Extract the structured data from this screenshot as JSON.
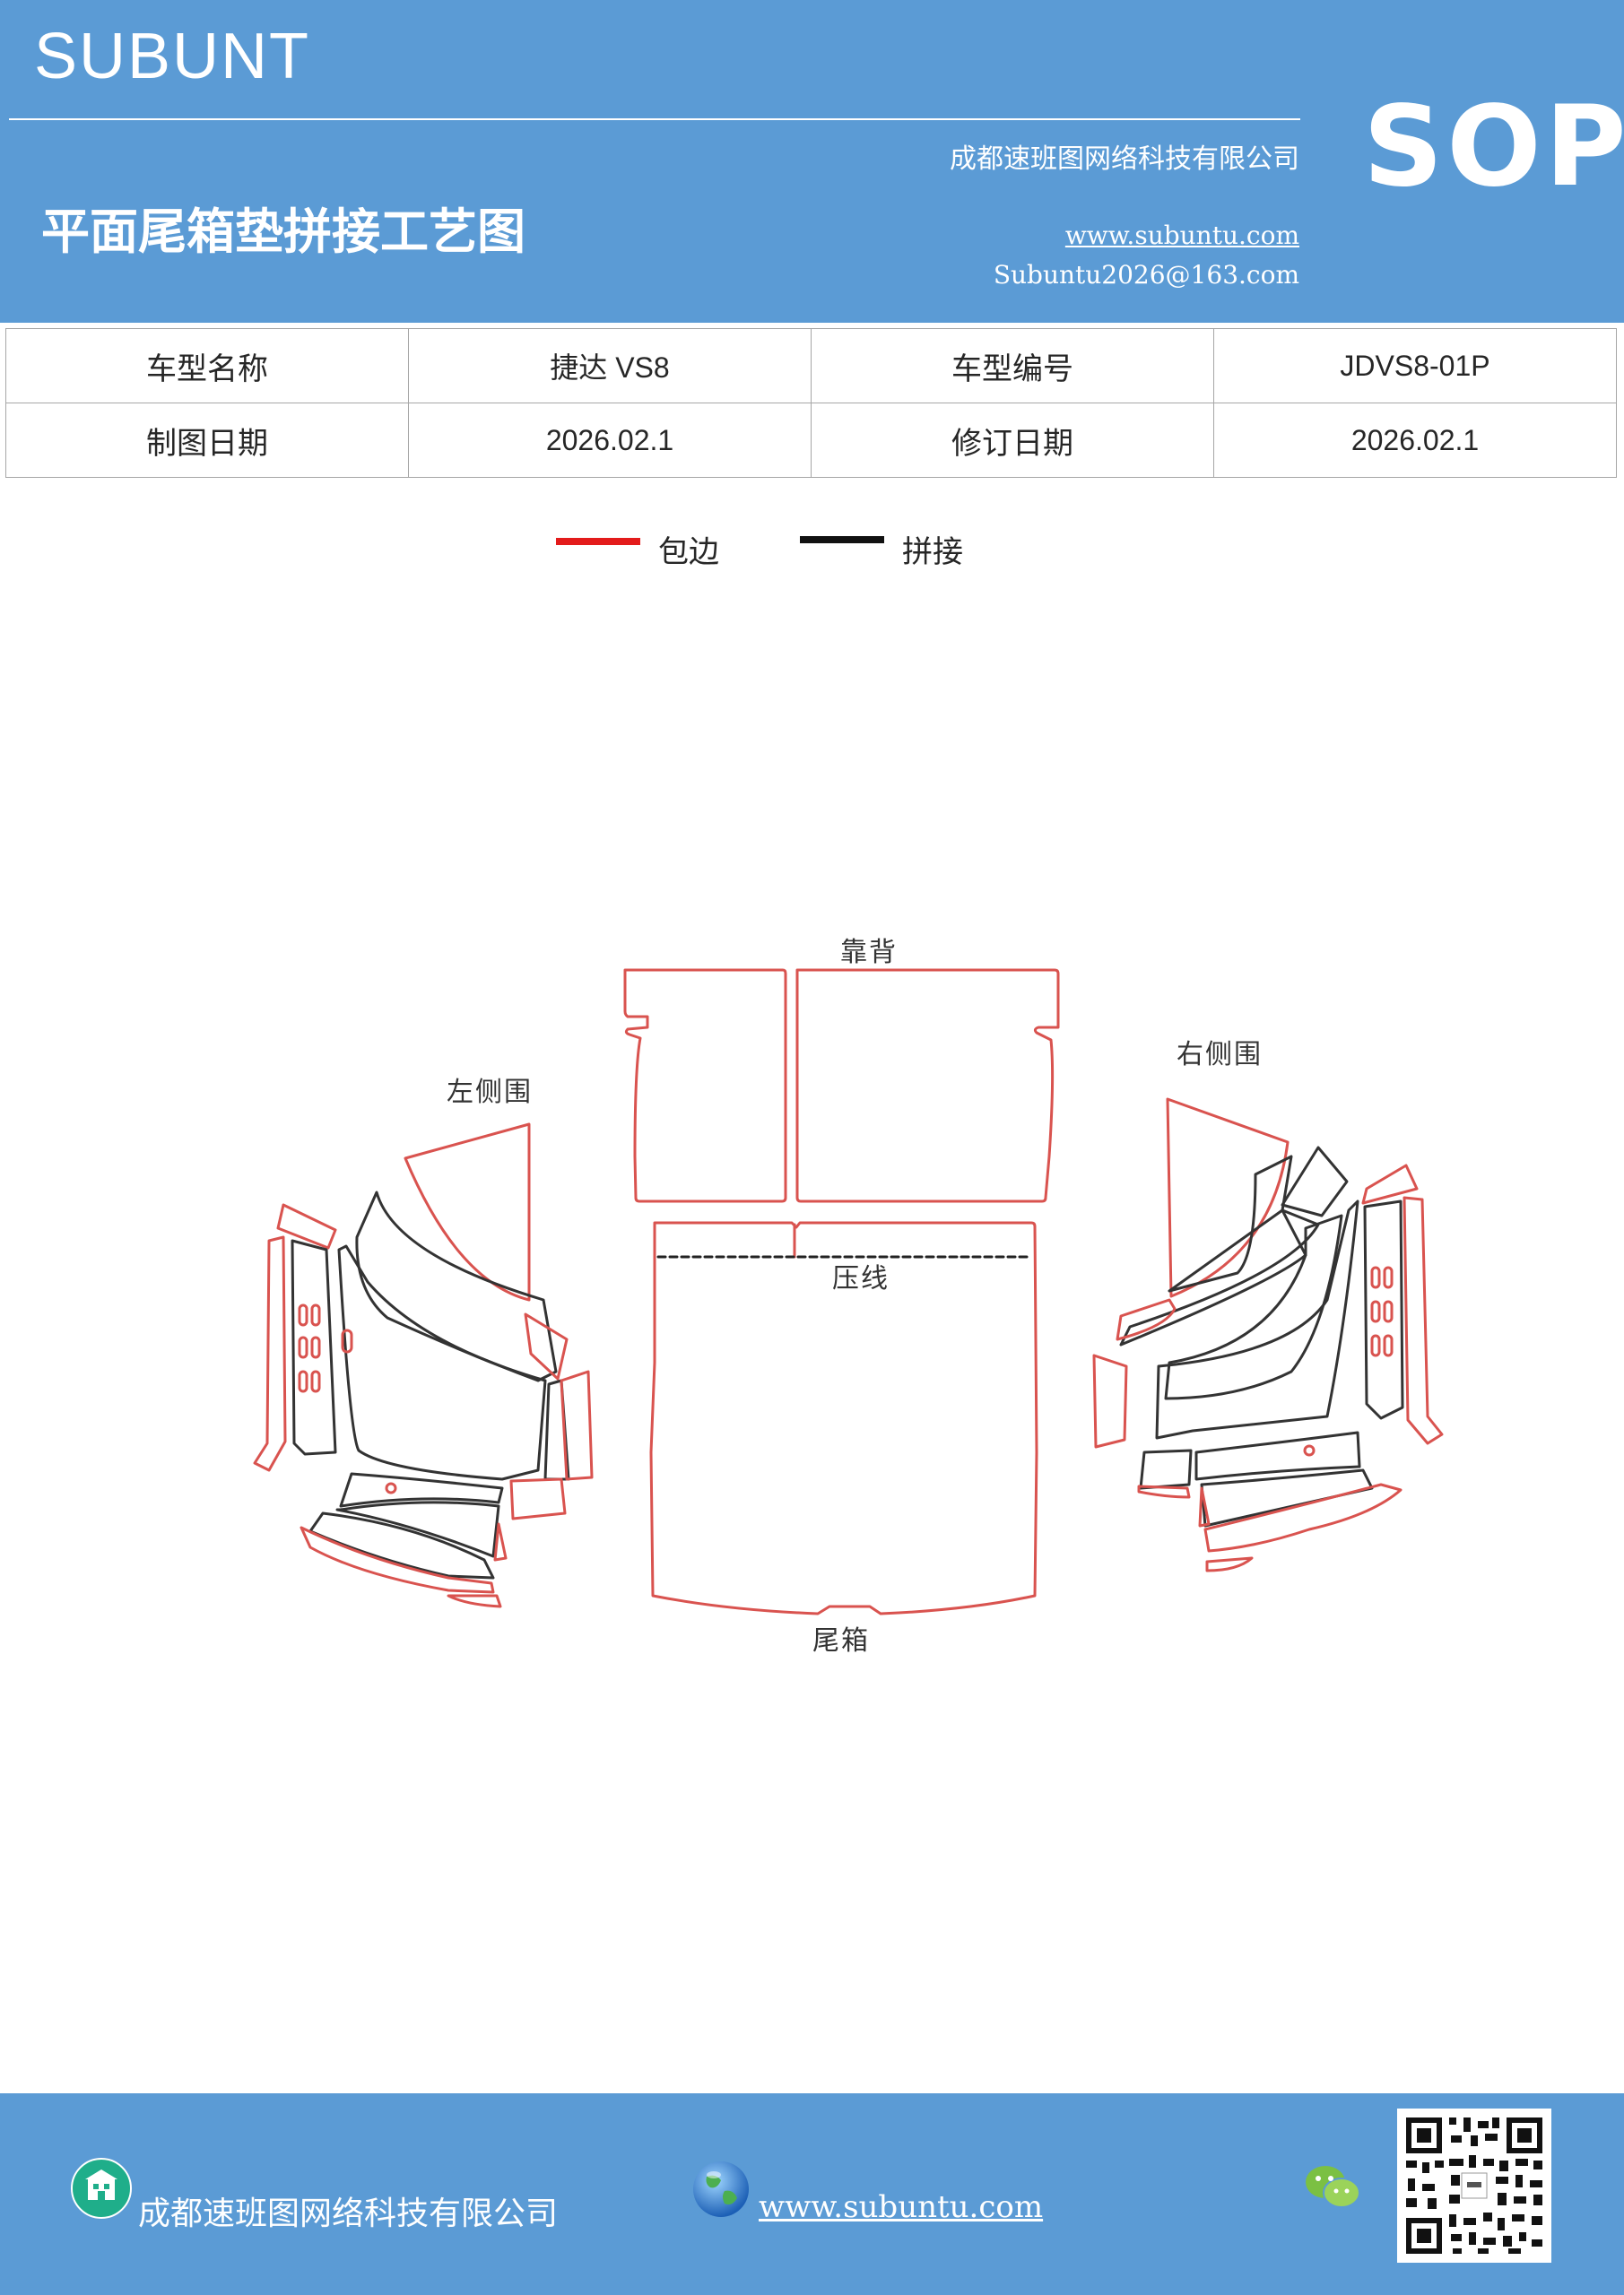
{
  "header": {
    "brand": "SUBUNT",
    "badge": "SOP",
    "company": "成都速班图网络科技有限公司",
    "title": "平面尾箱垫拼接工艺图",
    "website": "www.subuntu.com",
    "email": "Subuntu2026@163.com"
  },
  "info": {
    "row1": {
      "label1": "车型名称",
      "value1": "捷达 VS8",
      "label2": "车型编号",
      "value2": "JDVS8-01P"
    },
    "row2": {
      "label1": "制图日期",
      "value1": "2026.02.1",
      "label2": "修订日期",
      "value2": "2026.02.1"
    }
  },
  "legend": {
    "items": [
      {
        "label": "包边",
        "color": "#e31b1b"
      },
      {
        "label": "拼接",
        "color": "#111111"
      }
    ]
  },
  "diagram": {
    "colors": {
      "edge": "#d9534f",
      "seam": "#333333",
      "press_line": "#222222"
    },
    "labels": {
      "backrest": "靠背",
      "left_side": "左侧围",
      "right_side": "右侧围",
      "press_line": "压线",
      "trunk": "尾箱"
    }
  },
  "footer": {
    "company": "成都速班图网络科技有限公司",
    "website": "www.subuntu.com",
    "icons": [
      "company-icon",
      "globe-icon",
      "wechat-icon",
      "qr-code"
    ]
  }
}
